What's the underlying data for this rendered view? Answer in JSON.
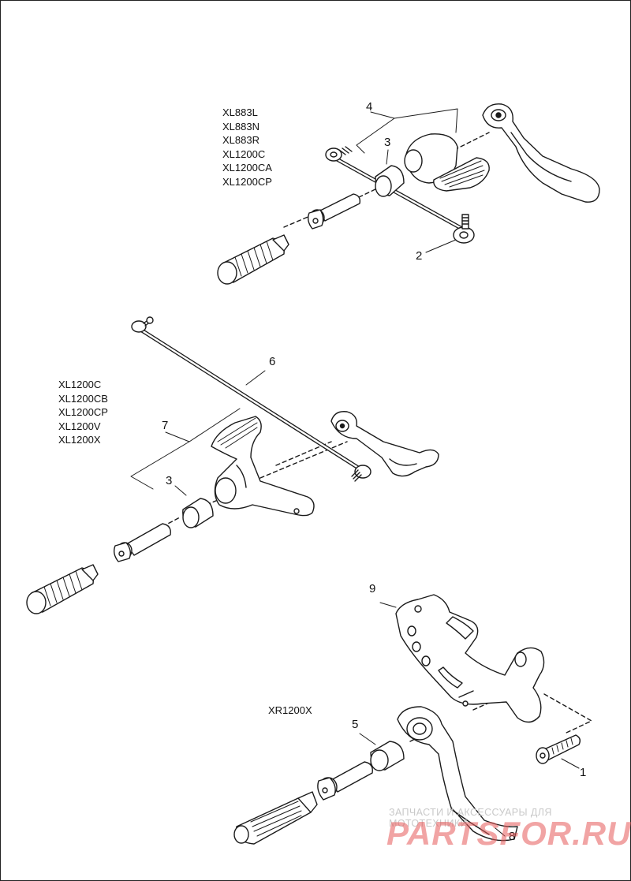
{
  "groups": {
    "top": [
      "XL883L",
      "XL883N",
      "XL883R",
      "XL1200C",
      "XL1200CA",
      "XL1200CP"
    ],
    "middle": [
      "XL1200C",
      "XL1200CB",
      "XL1200CP",
      "XL1200V",
      "XL1200X"
    ],
    "bottom": "XR1200X"
  },
  "callouts": {
    "n1": "1",
    "n2": "2",
    "n3a": "3",
    "n3b": "3",
    "n4": "4",
    "n5": "5",
    "n6": "6",
    "n7": "7",
    "n8": "8",
    "n9": "9"
  },
  "watermark": {
    "text": "ЗАПЧАСТИ И АКСЕССУАРЫ ДЛЯ МОТОТЕХНИКИ",
    "logo": "PARTSFOR.RU"
  }
}
